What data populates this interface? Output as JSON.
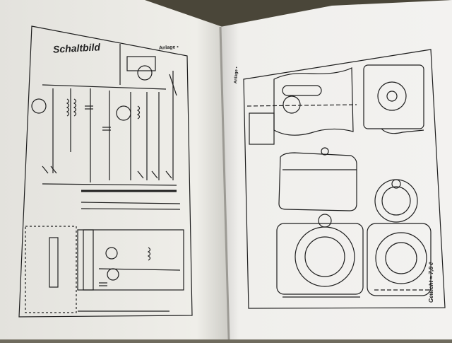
{
  "book": {
    "left_page": {
      "title": "Schaltbild",
      "annex": "Anlage ▪"
    },
    "right_page": {
      "annex": "Anlage ▪",
      "weight_note": "Gewicht ≈ 7,8 ℓ"
    }
  },
  "colors": {
    "background": "#6f6b5e",
    "paper_left": "#ecebe6",
    "paper_right": "#f1f0ee",
    "ink": "#1e1e1e"
  }
}
